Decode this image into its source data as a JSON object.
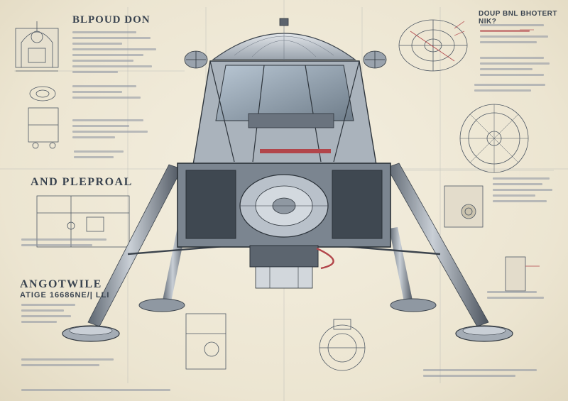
{
  "titles": {
    "top": "BLPOUD DON",
    "right": "DOUP BNL BHOTERT NIK?",
    "mid": "AND PLEPROAL",
    "bottom": "ANGOTWILE",
    "bottom_sub": "ATIGE 16686NE/| LLI"
  },
  "palette": {
    "paper": "#efe9d8",
    "ink": "#2f3a44",
    "accent_red": "#b2454a",
    "metal_light": "#c8ced6",
    "metal_dark": "#4b535d"
  },
  "icons": [
    "lander-illustration",
    "gear-icon",
    "porthole-icon",
    "radial-dish-icon",
    "cross-section-icon"
  ]
}
